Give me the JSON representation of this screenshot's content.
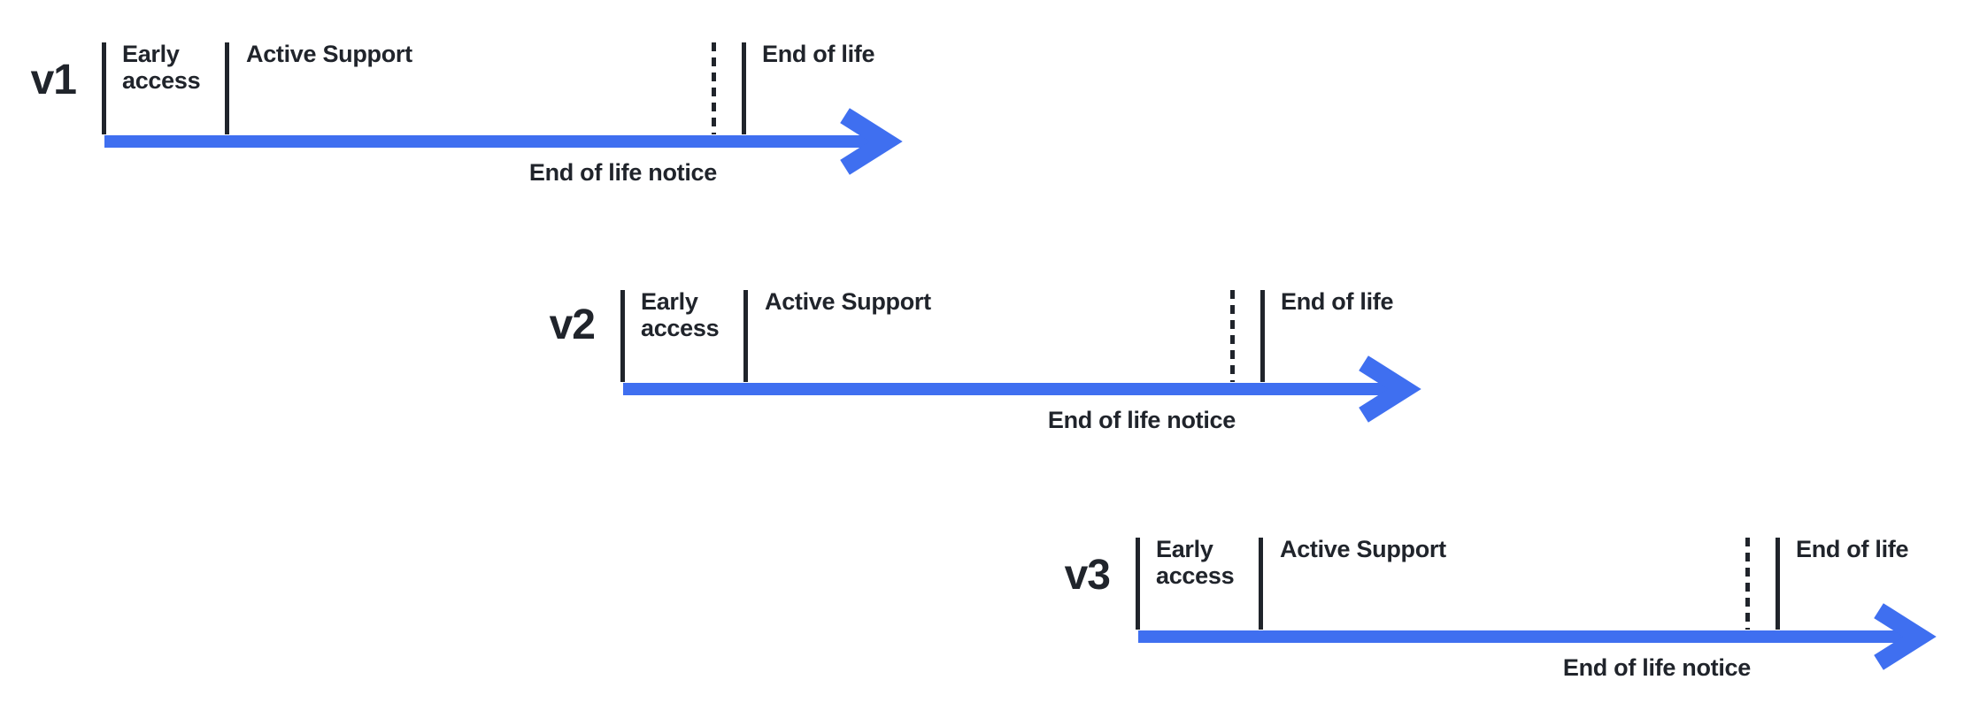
{
  "colors": {
    "arrow_blue": "#3F6FF0",
    "ink": "#20242B",
    "background": "#ffffff"
  },
  "timelines": [
    {
      "version": "v1",
      "early_access": "Early\naccess",
      "active_support": "Active Support",
      "end_of_life": "End of life",
      "end_of_life_notice": "End of life notice"
    },
    {
      "version": "v2",
      "early_access": "Early\naccess",
      "active_support": "Active Support",
      "end_of_life": "End of life",
      "end_of_life_notice": "End of life notice"
    },
    {
      "version": "v3",
      "early_access": "Early\naccess",
      "active_support": "Active Support",
      "end_of_life": "End of life",
      "end_of_life_notice": "End of life notice"
    }
  ]
}
